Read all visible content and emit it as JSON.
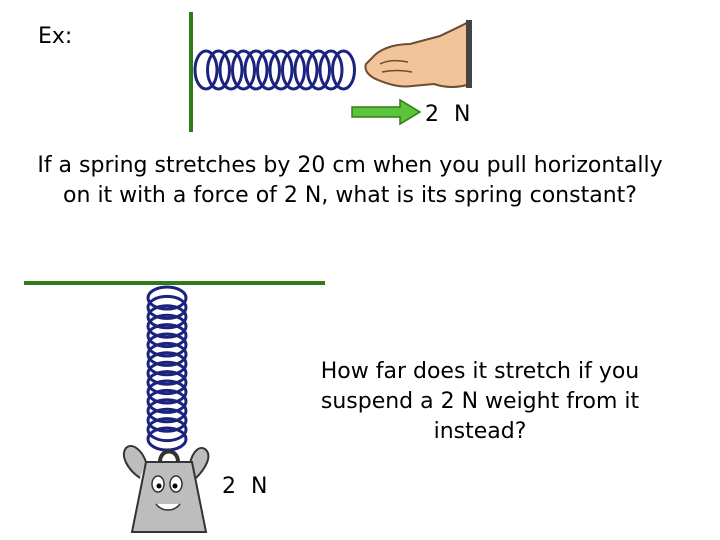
{
  "slide": {
    "ex_label": "Ex:",
    "question": "If a spring stretches by 20 cm when you pull horizontally on it with a force of 2 N, what is its spring constant?",
    "follow_up": "How far does it stretch if you suspend a 2 N weight from it instead?"
  },
  "diagram_horizontal": {
    "force_label": "2 N",
    "arrow_direction": "right",
    "icons": [
      "wall-line",
      "spring",
      "hand",
      "force-arrow"
    ]
  },
  "diagram_vertical": {
    "force_label": "2 N",
    "icons": [
      "ceiling-line",
      "spring",
      "weight-character"
    ]
  },
  "colors": {
    "wall_line": "#2e7d1a",
    "spring": "#1a237e",
    "arrow_fill": "#5cc43a",
    "arrow_stroke": "#2e7d1a",
    "weight_fill": "#bdbdbd",
    "skin": "#f2c49a"
  }
}
